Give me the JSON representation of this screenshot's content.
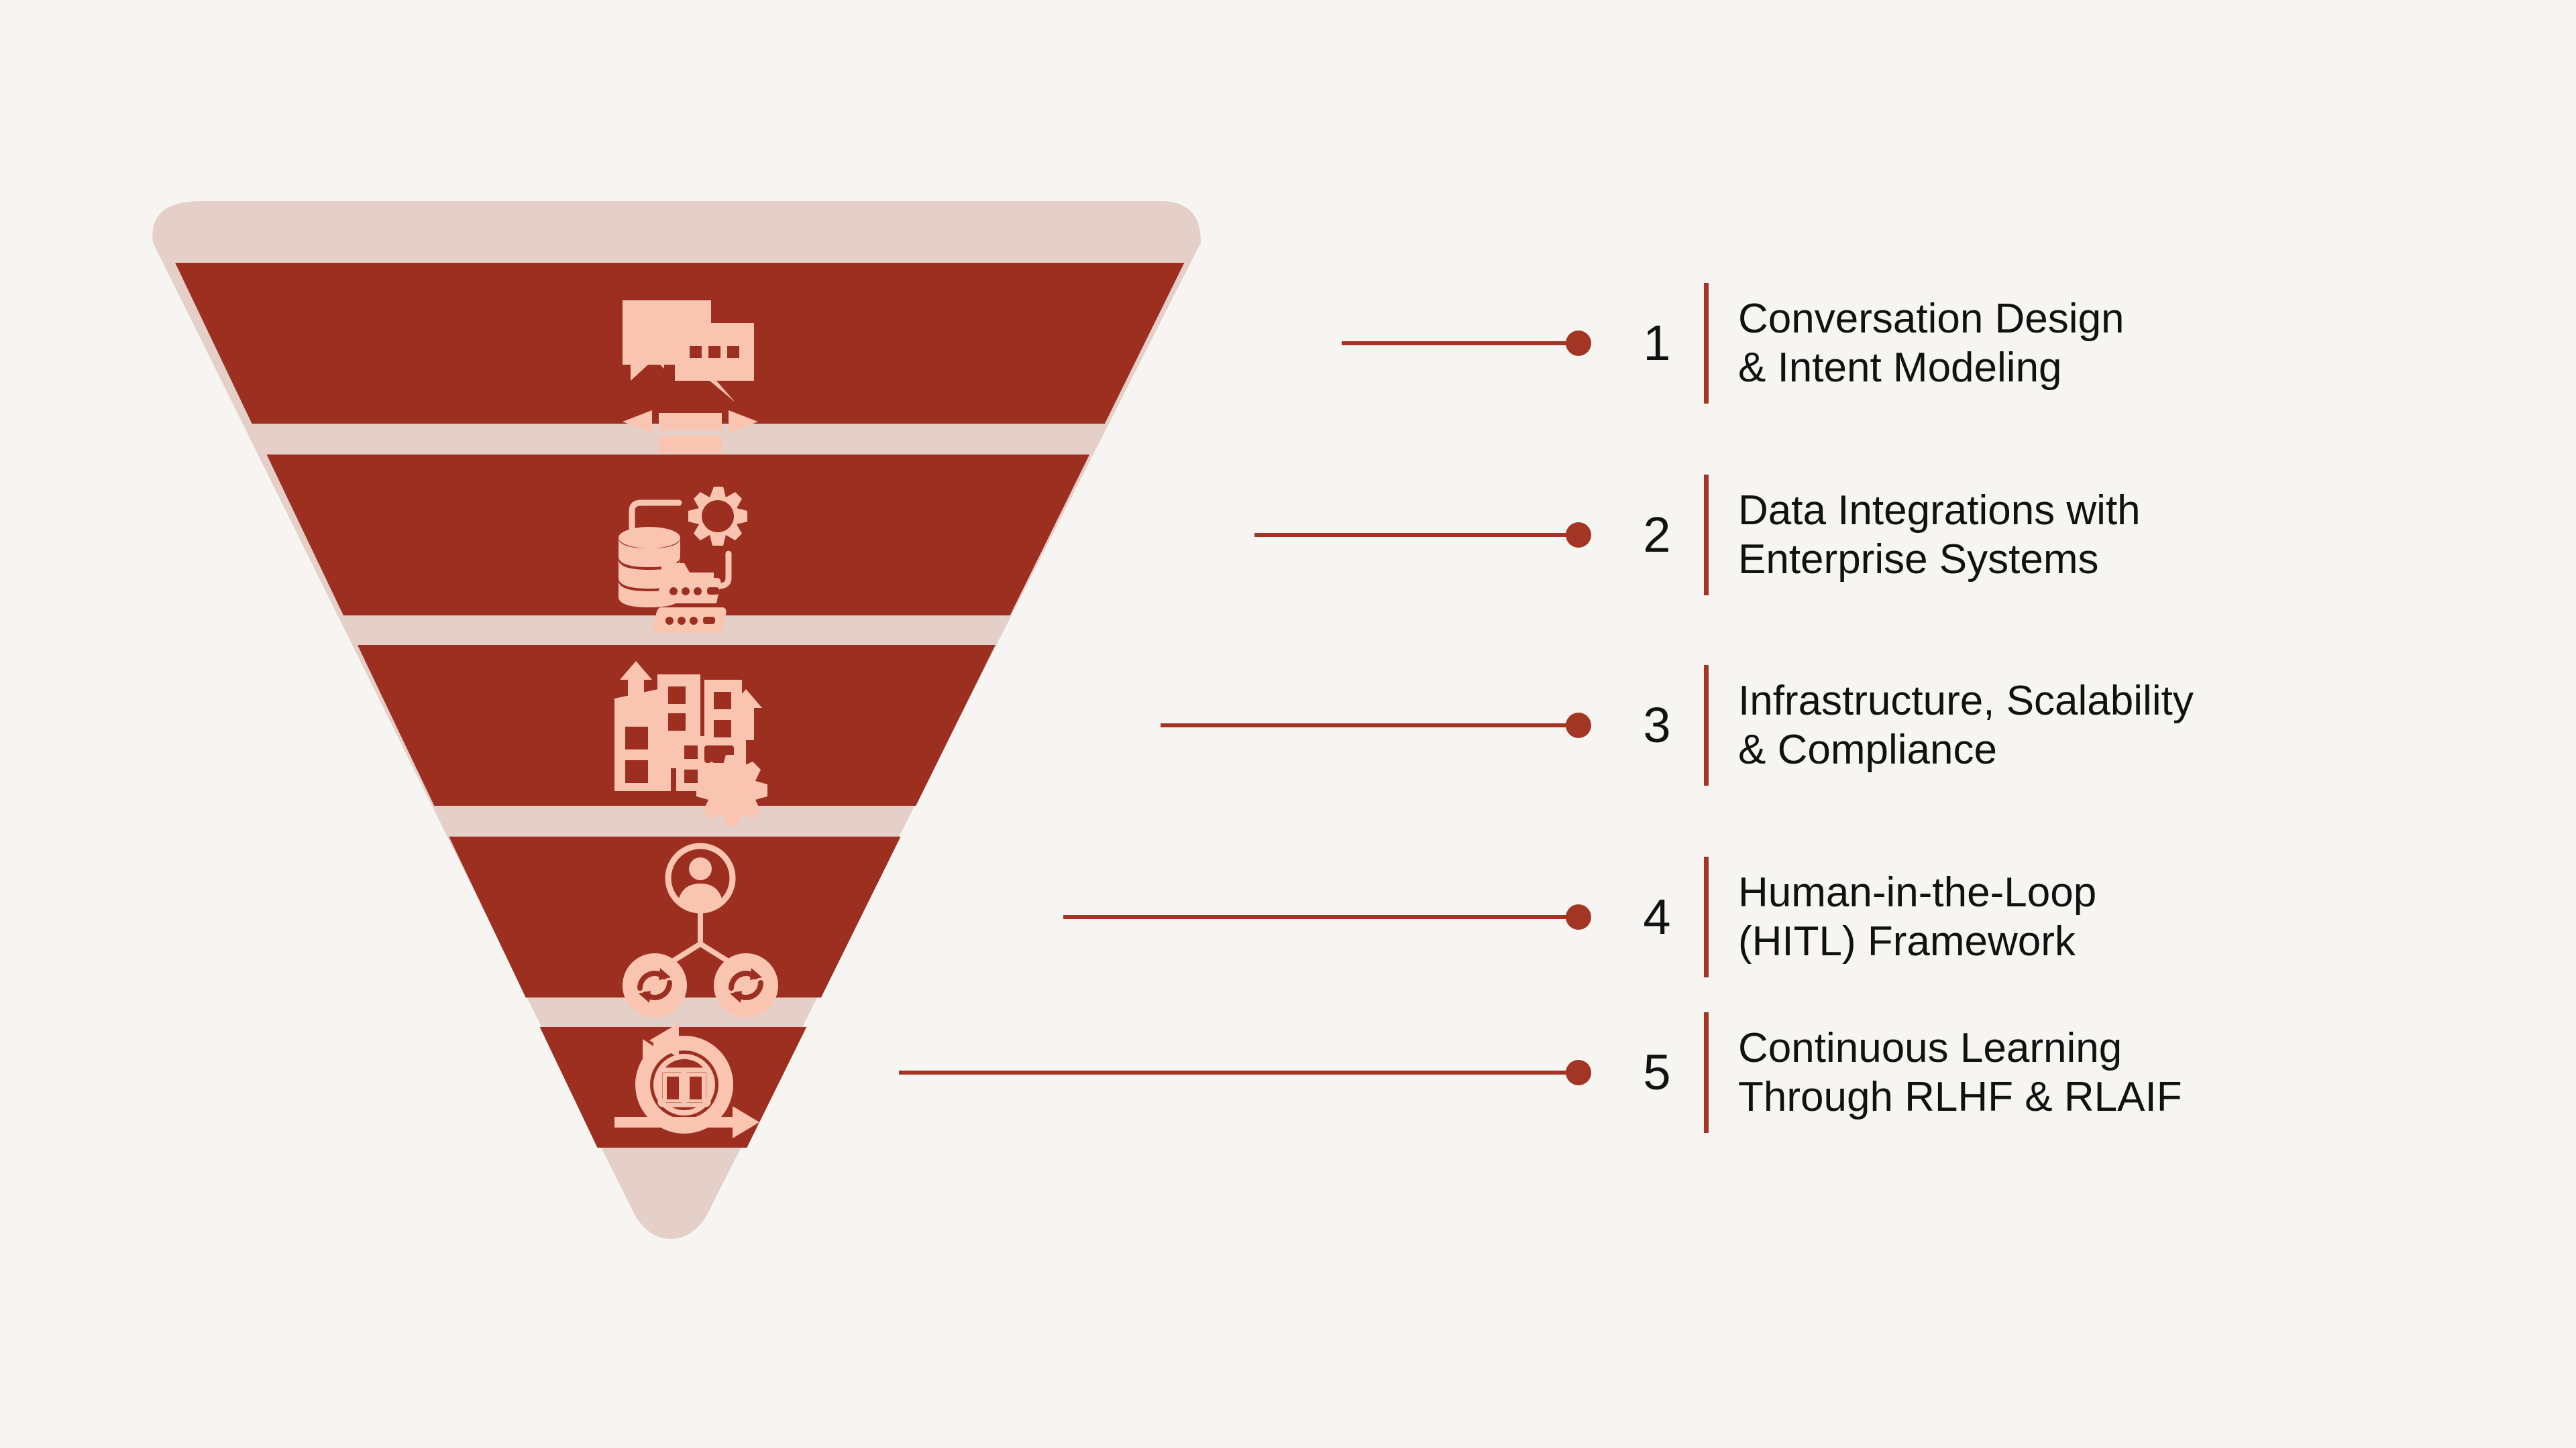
{
  "colors": {
    "background": "#F7F5F1",
    "funnel_light": "#E5D0C9",
    "funnel_dark": "#9D2F21",
    "icon": "#F9C5B1",
    "connector": "#A33524",
    "divider": "#A33524",
    "number_text": "#111111",
    "label_text": "#111111"
  },
  "diagram": {
    "type": "inverted-funnel",
    "segment_count": 5
  },
  "items": [
    {
      "number": "1",
      "label": "Conversation Design\n& Intent Modeling",
      "icon": "conversation-bubbles-icon"
    },
    {
      "number": "2",
      "label": "Data Integrations with\nEnterprise Systems",
      "icon": "database-gear-server-icon"
    },
    {
      "number": "3",
      "label": "Infrastructure, Scalability\n& Compliance",
      "icon": "buildings-growth-gear-icon"
    },
    {
      "number": "4",
      "label": "Human-in-the-Loop\n(HITL) Framework",
      "icon": "person-sync-network-icon"
    },
    {
      "number": "5",
      "label": "Continuous Learning\nThrough RLHF & RLAIF",
      "icon": "book-refresh-arrow-icon"
    }
  ]
}
